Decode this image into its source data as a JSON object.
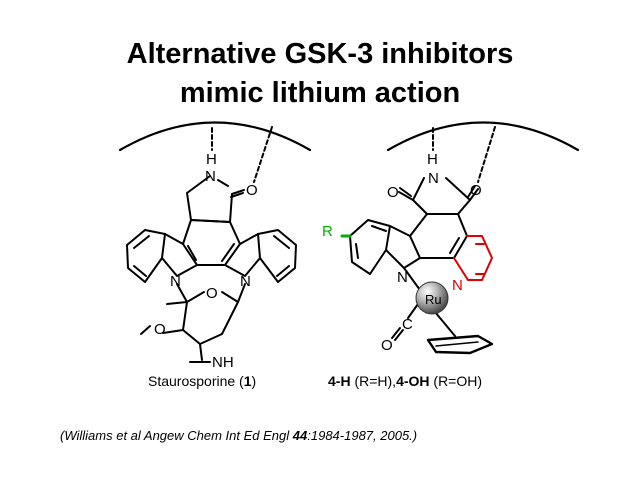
{
  "slide": {
    "title_line1": "Alternative GSK-3 inhibitors",
    "title_line2": "mimic lithium action"
  },
  "left_structure": {
    "caption_name": "Staurosporine (",
    "caption_number": "1",
    "caption_close": ")",
    "atoms": {
      "h": "H",
      "n_lactam": "N",
      "o_carbonyl": "O",
      "n_indole_left": "N",
      "n_indole_right": "N",
      "o_ring": "O",
      "o_methoxy": "O",
      "nh": "NH"
    }
  },
  "right_structure": {
    "caption_a": "4-H",
    "caption_a_sub": " (R=H),",
    "caption_b": "4-OH",
    "caption_b_sub": " (R=OH)",
    "atoms": {
      "h": "H",
      "n_imide": "N",
      "o_left": "O",
      "o_right": "O",
      "r_group": "R",
      "n_indole": "N",
      "n_pyridine": "N",
      "metal": "Ru",
      "carbonyl_c": "C",
      "carbonyl_o": "O"
    },
    "colors": {
      "r_group": "#00b000",
      "pyridine": "#e00000"
    }
  },
  "citation": {
    "prefix": "(Williams et al Angew Chem Int Ed Engl ",
    "volume": "44",
    "suffix": ":1984-1987, 2005.)"
  }
}
